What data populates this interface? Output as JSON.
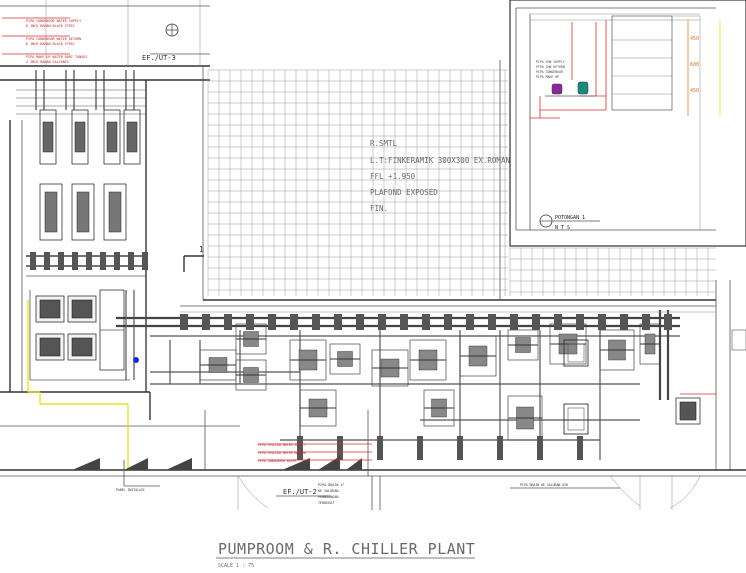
{
  "drawing": {
    "title": "PUMPROOM & R. CHILLER PLANT",
    "scale": "SCALE    1 : 75"
  },
  "room_note": {
    "lines": [
      "R.SMTL",
      "L.T:FINKERAMIK 300X300 EX.ROMAN",
      "FFL +1.950",
      "PLAFOND EXPOSED",
      "FIN."
    ]
  },
  "tags": {
    "ef_top": "EF./UT-3",
    "ef_bottom": "EF./UT-2",
    "section_label": "POTONGAN 1",
    "section_scale": "N T S",
    "marker": "1"
  },
  "colors": {
    "ceiling_grid": "#9a9a9a",
    "leader_red": "#d03030",
    "cable_yellow": "#e8d800",
    "pump_purple": "#8a2a9a",
    "pump_teal": "#1a8a7a",
    "node_blue": "#1a2ad8",
    "dim_orange": "#e07020"
  }
}
